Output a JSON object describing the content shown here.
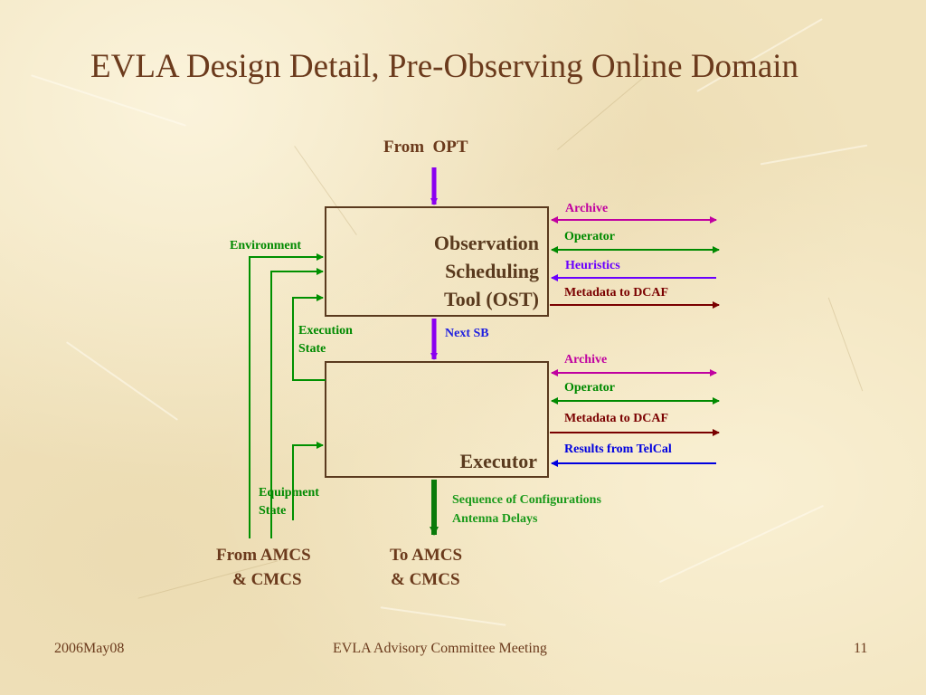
{
  "slide": {
    "title": "EVLA Design Detail, Pre-Observing Online Domain",
    "footer": {
      "date": "2006May08",
      "center": "EVLA Advisory Committee Meeting",
      "page": "11"
    }
  },
  "diagram": {
    "input_top": "From  OPT",
    "ost": {
      "line1": "Observation",
      "line2": "Scheduling",
      "line3": "Tool (OST)"
    },
    "executor": "Executor",
    "next_sb": "Next SB",
    "left_labels": {
      "environment": "Environment",
      "execution_state_1": "Execution",
      "execution_state_2": "State",
      "equipment_state_1": "Equipment",
      "equipment_state_2": "State"
    },
    "from_amcs_1": "From AMCS",
    "from_amcs_2": "& CMCS",
    "to_amcs_1": "To AMCS",
    "to_amcs_2": "& CMCS",
    "sequence_1": "Sequence of Configurations",
    "sequence_2": "Antenna Delays",
    "ost_outputs": [
      "Archive",
      "Operator",
      "Heuristics",
      "Metadata to DCAF"
    ],
    "executor_outputs": [
      "Archive",
      "Operator",
      "Metadata to DCAF",
      "Results from TelCal"
    ]
  },
  "colors": {
    "title": "#6b3a1c",
    "box_border": "#5a3a1e",
    "archive": "#c000a0",
    "operator": "#008a00",
    "heuristics": "#6a00ff",
    "metadata": "#7a0000",
    "telcal": "#0000e0",
    "flow_purple": "#8a00f0",
    "flow_green": "#0a7a0a",
    "left_green": "#009000"
  }
}
